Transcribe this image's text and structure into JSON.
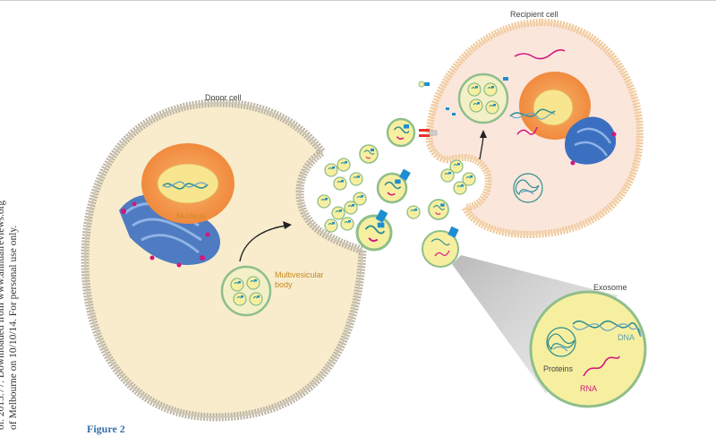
{
  "labels": {
    "donor_cell": "Donor cell",
    "recipient_cell": "Recipient cell",
    "nucleus": "Nucleus",
    "mvb_line1": "Multivesicular",
    "mvb_line2": "body",
    "exosome": "Exosome",
    "dna": "DNA",
    "proteins": "Proteins",
    "rna": "RNA"
  },
  "side_note": {
    "line1": "ol. 2015.77. Downloaded from www.annualreviews.org",
    "line2": "of Melbourne on 10/10/14. For personal use only."
  },
  "figure_label": "Figure 2",
  "colors": {
    "donor_fill": "#f8eccd",
    "donor_membrane": "#bdb5a5",
    "recipient_fill": "#fbe6dc",
    "recipient_membrane": "#efc898",
    "nucleus_outer": "#f4a35c",
    "nucleus_inner": "#f7e68f",
    "vesicle_fill": "#f7efa0",
    "vesicle_stroke": "#8fbe8a",
    "protein_blue": "#1d8fd0",
    "er_blue": "#3b6fc0",
    "rna_magenta": "#d2177e",
    "label_orange": "#c98a1a"
  }
}
